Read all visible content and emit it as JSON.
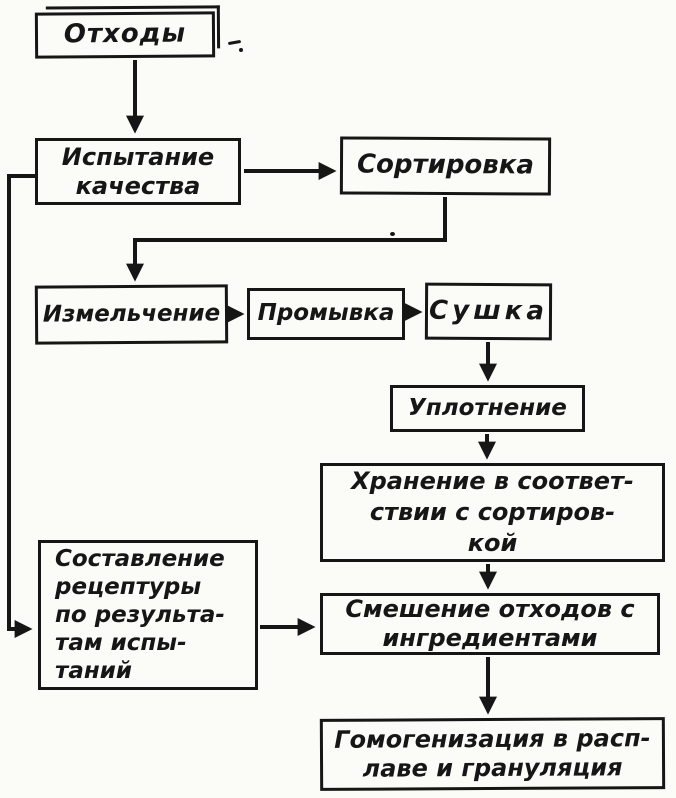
{
  "page": {
    "background": "#fbfbf8",
    "ink": "#161616",
    "description_language": "ru"
  },
  "nodes": {
    "otkhody": {
      "label": "Отходы"
    },
    "ispytanie": {
      "label": "Испытание\nкачества"
    },
    "sortirovka": {
      "label": "Сортировка"
    },
    "izmelchenie": {
      "label": "Измельчение"
    },
    "promyvka": {
      "label": "Промывка"
    },
    "sushka": {
      "label": "Сушка"
    },
    "uplotnenie": {
      "label": "Уплотнение"
    },
    "khranenie": {
      "label": "Хранение в соответ-\nствии с сортиров-\nкой"
    },
    "sostavlenie": {
      "label": "Составление\nрецептуры\nпо результа-\nтам испы-\nтаний"
    },
    "smeshenie": {
      "label": "Смешение отходов с\nингредиентами"
    },
    "gomogenizatsiya": {
      "label": "Гомогенизация в расп-\nлаве и грануляция"
    }
  },
  "edges": [
    {
      "from": "otkhody",
      "to": "ispytanie"
    },
    {
      "from": "ispytanie",
      "to": "sortirovka"
    },
    {
      "from": "sortirovka",
      "to": "izmelchenie"
    },
    {
      "from": "izmelchenie",
      "to": "promyvka"
    },
    {
      "from": "promyvka",
      "to": "sushka"
    },
    {
      "from": "sushka",
      "to": "uplotnenie"
    },
    {
      "from": "uplotnenie",
      "to": "khranenie"
    },
    {
      "from": "khranenie",
      "to": "smeshenie"
    },
    {
      "from": "smeshenie",
      "to": "gomogenizatsiya"
    },
    {
      "from": "sostavlenie",
      "to": "smeshenie"
    },
    {
      "from": "ispytanie",
      "to": "sostavlenie"
    }
  ]
}
